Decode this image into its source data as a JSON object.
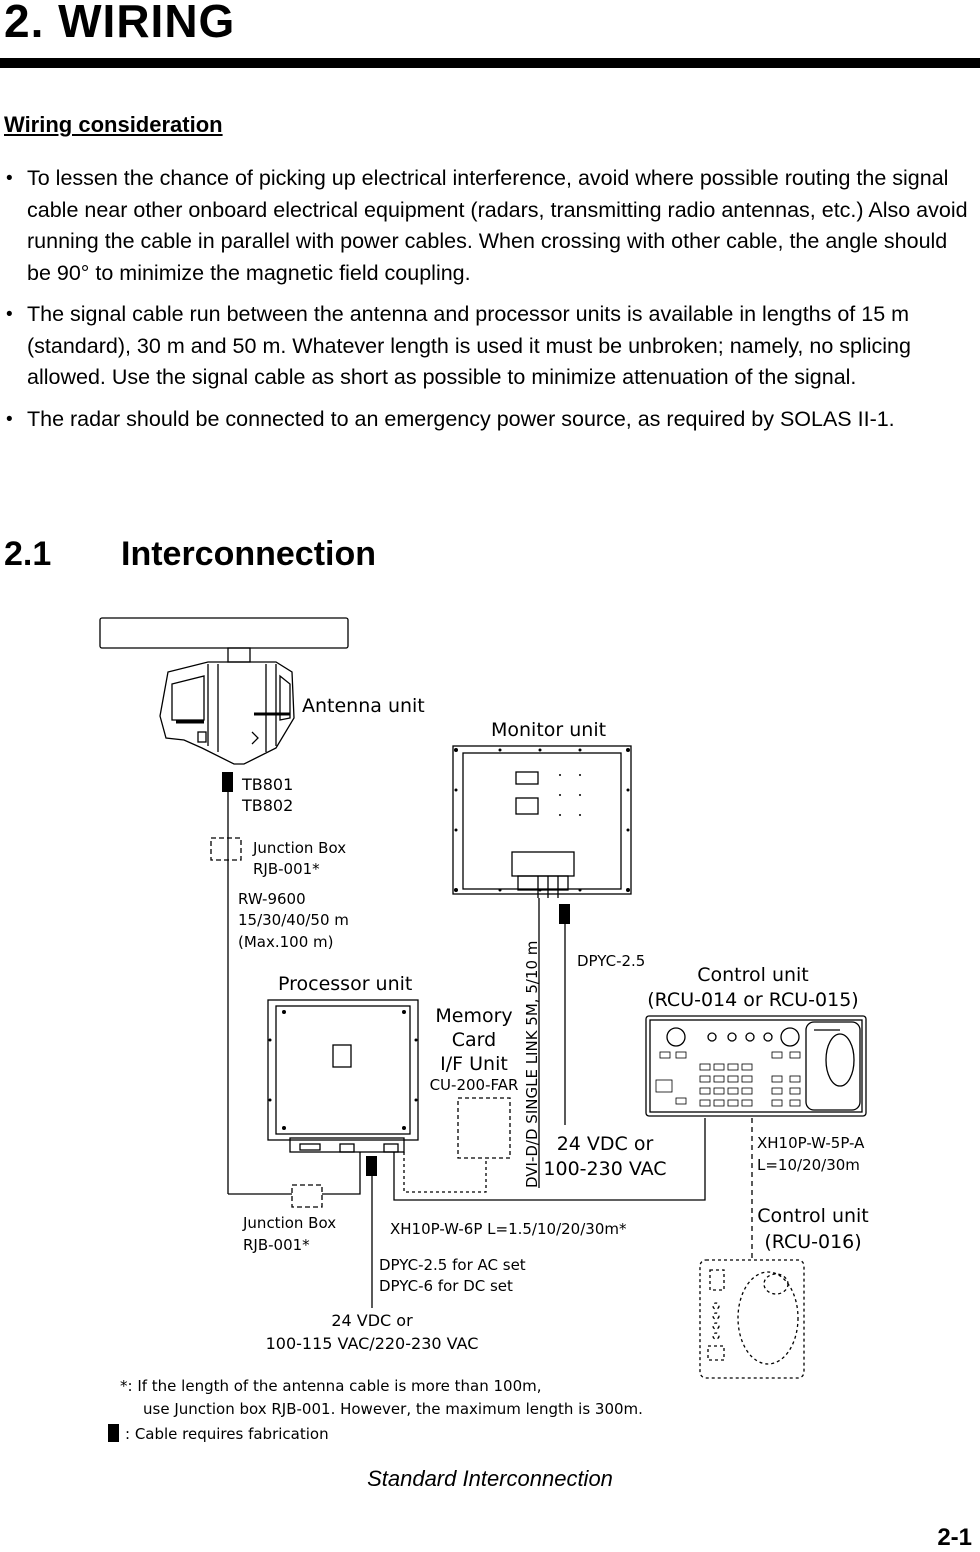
{
  "chapter": {
    "title": "2.   WIRING"
  },
  "subheading": "Wiring consideration",
  "bullets": [
    "To lessen the chance of picking up electrical interference, avoid where possible routing the signal cable near other onboard electrical equipment (radars, transmitting radio antennas, etc.) Also avoid running the cable in parallel with power cables. When crossing with other cable, the angle should be 90° to minimize the magnetic field coupling.",
    "The signal cable run between the antenna and processor units is available in lengths of 15 m (standard), 30 m and 50 m. Whatever length is used it must be unbroken; namely, no splicing allowed. Use the signal cable as short as possible to minimize attenuation of the signal.",
    "The radar should be connected to an emergency power source, as required by SOLAS II-1."
  ],
  "section": {
    "number": "2.1",
    "title": "Interconnection"
  },
  "diagram": {
    "antenna_unit": "Antenna unit",
    "tb801": "TB801",
    "tb802": "TB802",
    "jb_top_1": "Junction Box",
    "jb_top_2": "RJB-001*",
    "rw_1": "RW-9600",
    "rw_2": "15/30/40/50 m",
    "rw_3": "(Max.100 m)",
    "monitor_unit": "Monitor unit",
    "dvi_cable": "DVI-D/D SINGLE LINK 5M, 5/10 m",
    "dpyc_monitor": "DPYC-2.5",
    "processor_unit": "Processor unit",
    "memory_1": "Memory",
    "memory_2": "Card",
    "memory_3": "I/F Unit",
    "memory_4": "CU-200-FAR",
    "control_unit_1": "Control unit",
    "control_unit_1_model": "(RCU-014 or RCU-015)",
    "monitor_power_1": "24 VDC or",
    "monitor_power_2": "100-230 VAC",
    "xh5p_1": "XH10P-W-5P-A",
    "xh5p_2": "L=10/20/30m",
    "jb_bottom_1": "Junction Box",
    "jb_bottom_2": "RJB-001*",
    "xh6p": "XH10P-W-6P  L=1.5/10/20/30m*",
    "control_unit_2": "Control unit",
    "control_unit_2_model": "(RCU-016)",
    "dpyc_ac": "DPYC-2.5 for AC set",
    "dpyc_dc": "DPYC-6 for DC set",
    "proc_power_1": "24 VDC or",
    "proc_power_2": "100-115 VAC/220-230 VAC",
    "note_1": "*: If the length of the antenna cable is more than 100m,",
    "note_2": "use Junction box RJB-001. However, the maximum length is 300m.",
    "legend": ": Cable requires fabrication"
  },
  "caption": "Standard Interconnection",
  "page_number": "2-1"
}
